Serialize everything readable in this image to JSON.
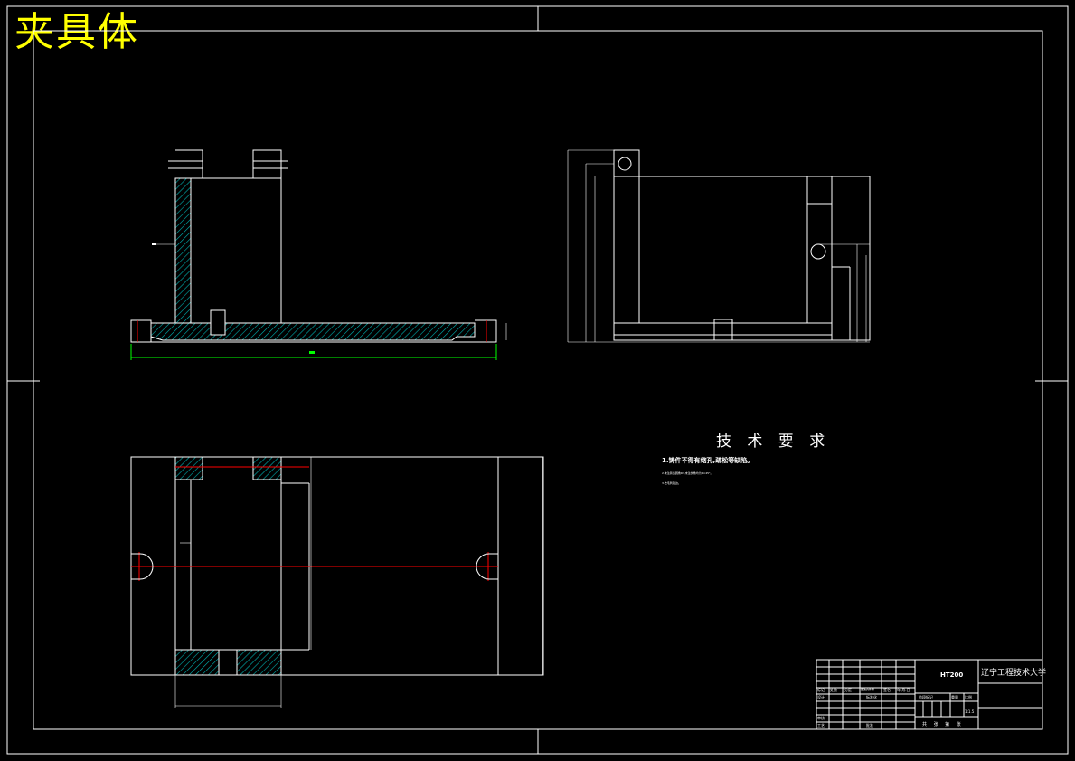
{
  "drawing_title": "夹具体",
  "technical_requirements": {
    "heading": "技 术 要 求",
    "item1": "1.铸件不得有缩孔,疏松等缺陷。",
    "item2": "2.未注铸造圆角R3,未注倒角均为1×45°。",
    "item3": "3.去毛刺锐边。"
  },
  "title_block": {
    "part_code": "HT200",
    "school": "辽宁工程技术大学",
    "row_labels": [
      "标记",
      "处数",
      "分区",
      "更改文件号",
      "签名",
      "年.月.日"
    ],
    "designer_label": "设计",
    "standard_label": "标准化",
    "audit_label": "审核",
    "craft_label": "工艺",
    "approve_label": "批准",
    "stage_headers": [
      "阶段标记",
      "重量",
      "比例"
    ],
    "scale": "1:1.5",
    "sheet_info": "共 张 第 张"
  },
  "colors": {
    "background": "#000000",
    "lines": "#ffffff",
    "title": "#ffff00",
    "hatch": "#00b0b0",
    "centerline": "#ff0000",
    "dimension_green": "#00ff00"
  }
}
